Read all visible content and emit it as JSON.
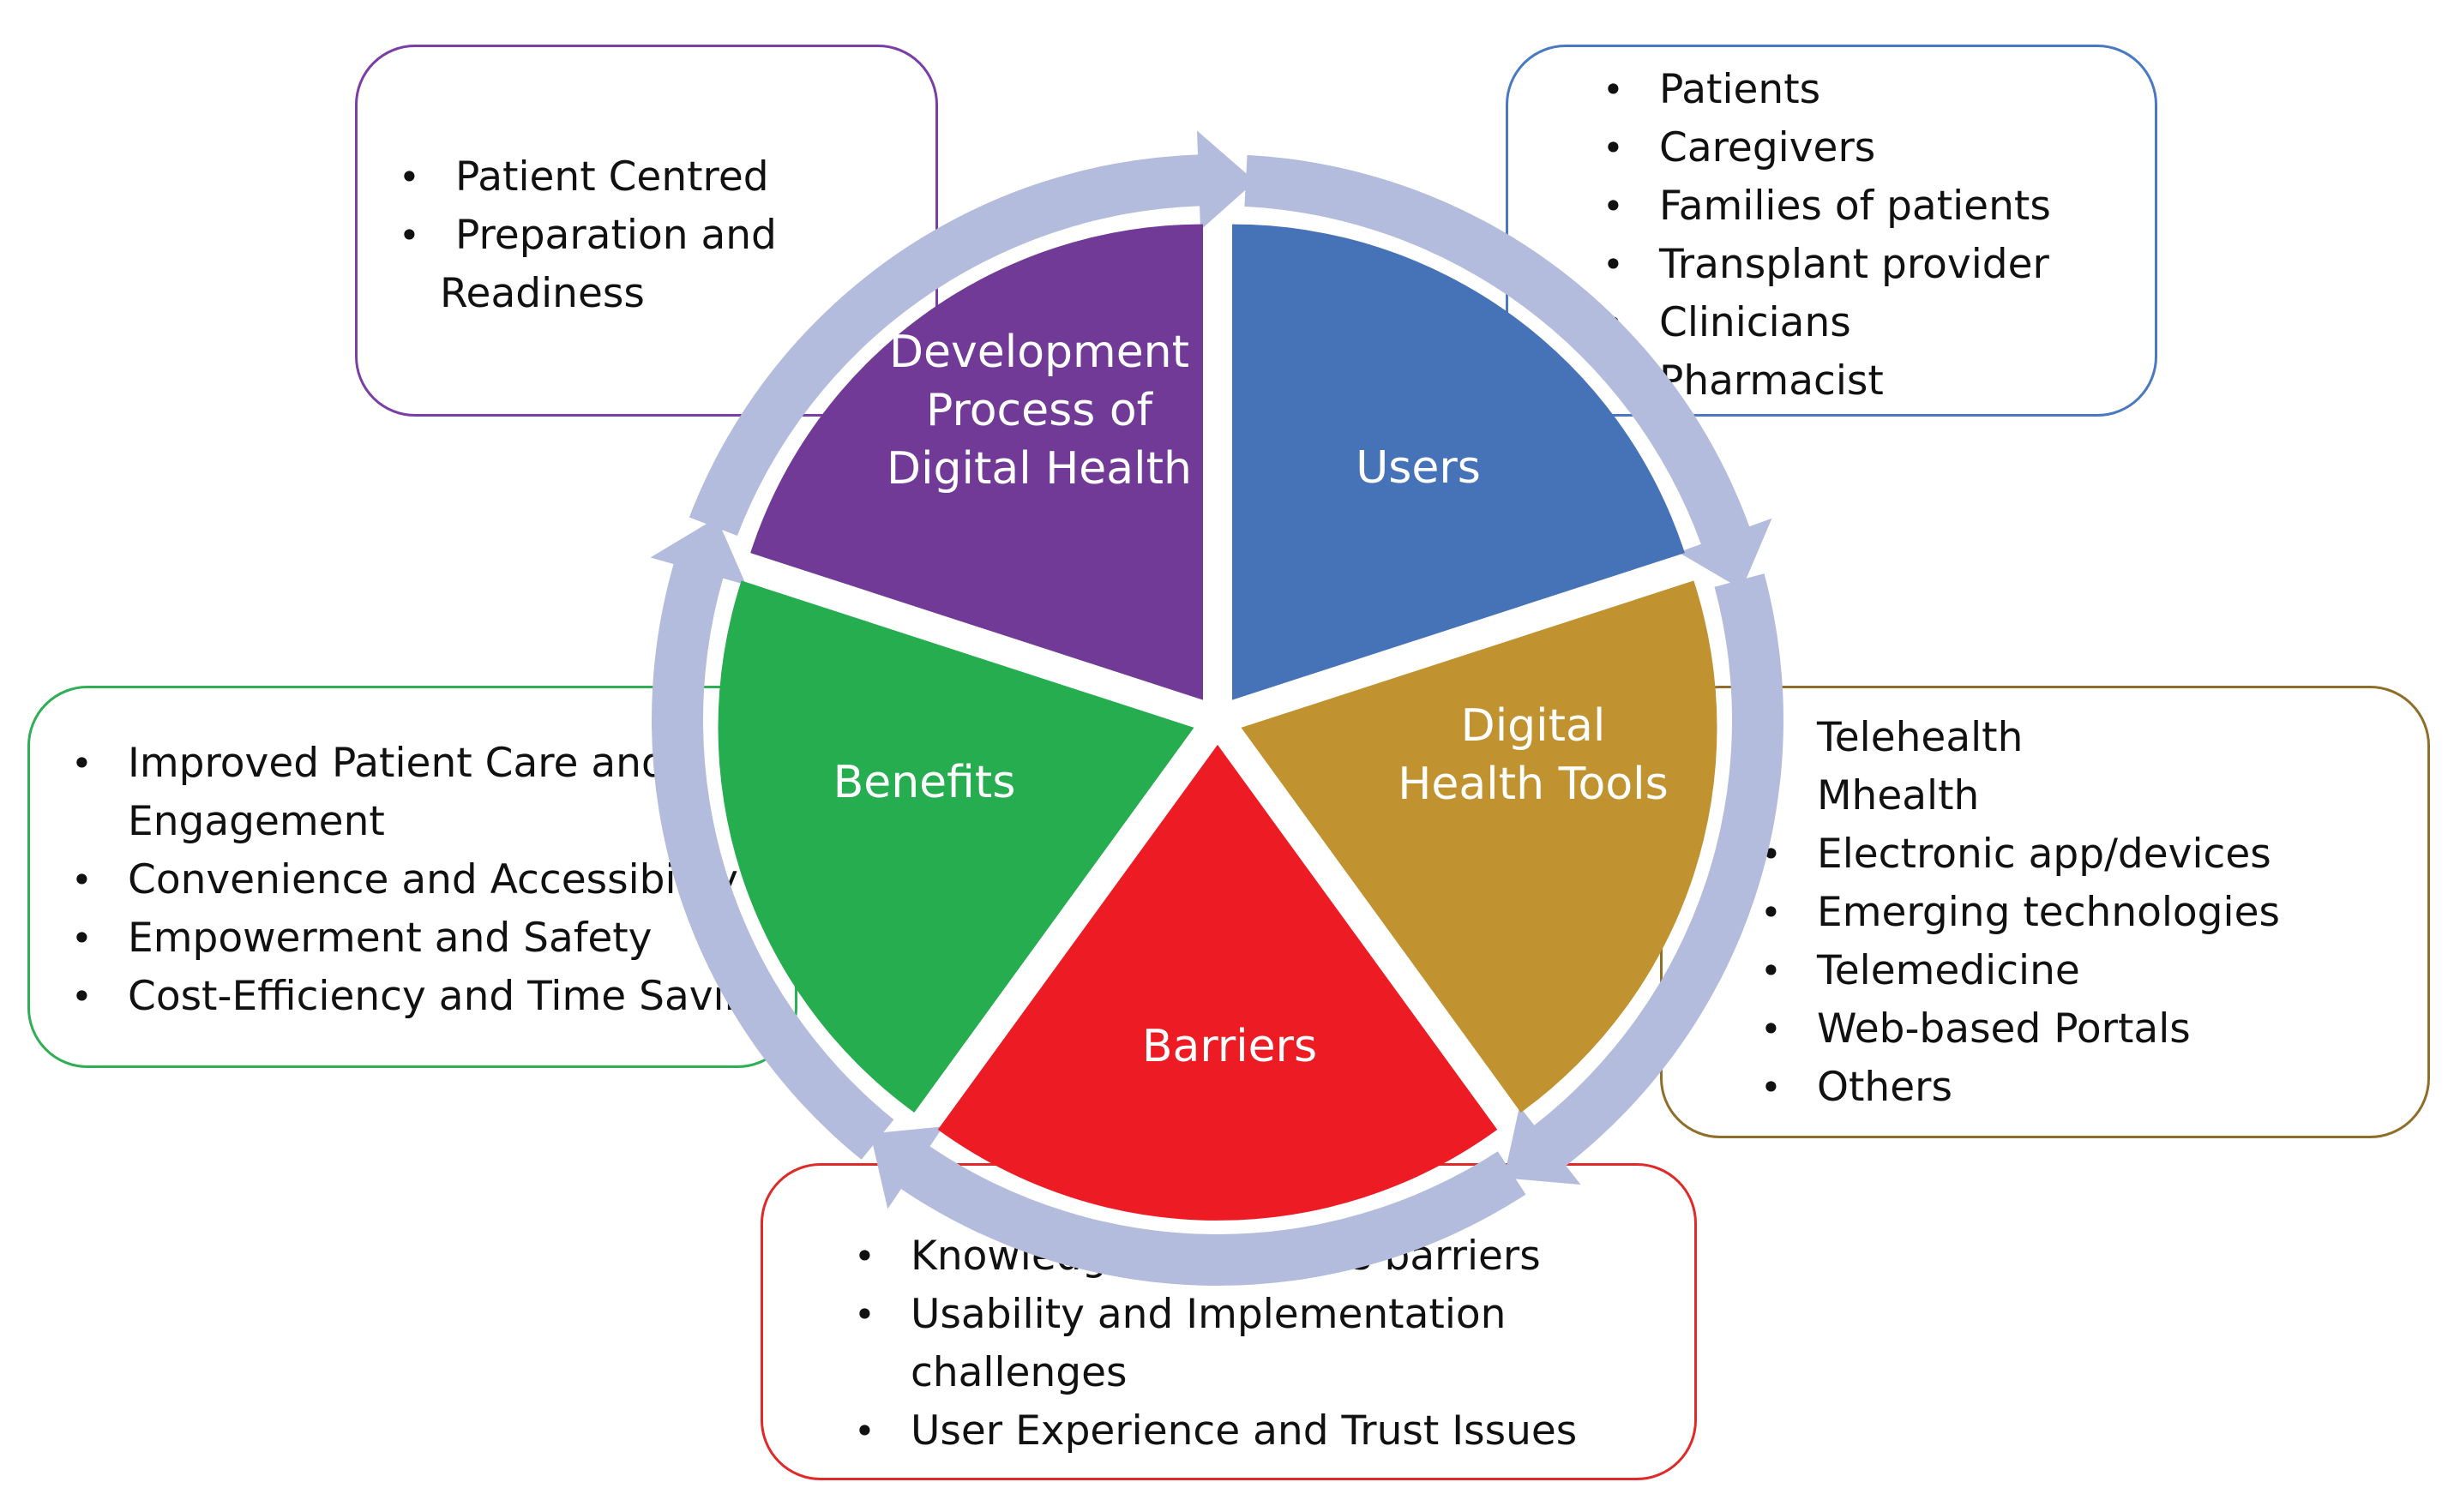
{
  "segments": [
    {
      "id": "dev",
      "lines": [
        "Development",
        "Process of",
        "Digital Health"
      ],
      "color": "#703a96"
    },
    {
      "id": "users",
      "lines": [
        "Users"
      ],
      "color": "#4672b8"
    },
    {
      "id": "tools",
      "lines": [
        "Digital",
        "Health Tools"
      ],
      "color": "#c09230"
    },
    {
      "id": "barriers",
      "lines": [
        "Barriers"
      ],
      "color": "#ed1c24"
    },
    {
      "id": "benefits",
      "lines": [
        "Benefits"
      ],
      "color": "#26ad50"
    }
  ],
  "ring_color": "#b3bcdd",
  "boxes": {
    "dev": {
      "items": [
        "Patient Centred",
        "Preparation and",
        "Readiness"
      ]
    },
    "users": {
      "items": [
        "Patients",
        "Caregivers",
        "Families of patients",
        "Transplant provider",
        "Clinicians",
        "Pharmacist"
      ]
    },
    "tools": {
      "items": [
        "Telehealth",
        "Mhealth",
        "Electronic app/devices",
        "Emerging technologies",
        "Telemedicine",
        "Web-based Portals",
        "Others"
      ]
    },
    "barriers": {
      "items": [
        "Knowledge and Access barriers",
        "Usability and Implementation",
        "challenges",
        "User Experience and Trust Issues"
      ]
    },
    "benefits": {
      "items": [
        "Improved Patient Care and",
        "Engagement",
        "Convenience and Accessibility",
        "Empowerment and Safety",
        "Cost-Efficiency and Time Saving"
      ]
    }
  }
}
